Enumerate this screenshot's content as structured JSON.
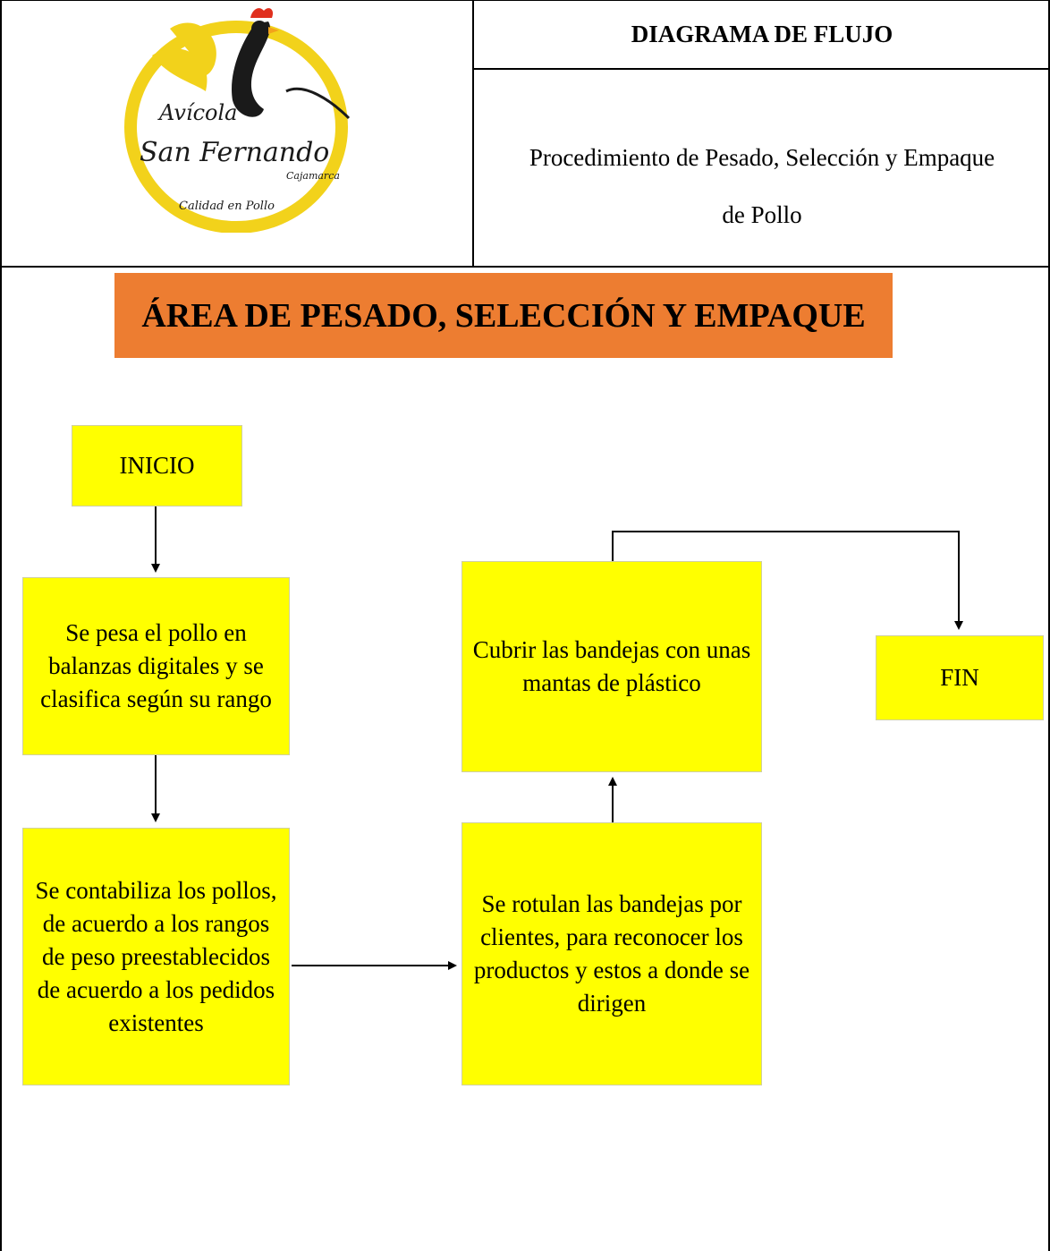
{
  "header": {
    "title": "DIAGRAMA DE FLUJO",
    "subtitle_line1": "Procedimiento de Pesado, Selección y Empaque",
    "subtitle_line2": "de Pollo",
    "logo": {
      "text_1": "Avícola",
      "text_2": "San Fernando",
      "text_3": "Cajamarca",
      "text_4": "Calidad en Pollo",
      "colors": {
        "ring": "#f2d21b",
        "bird": "#1a1a1a",
        "comb": "#e0301e"
      }
    }
  },
  "banner": {
    "label": "ÁREA DE PESADO, SELECCIÓN Y EMPAQUE",
    "color": "#ed7d31"
  },
  "flow": {
    "node_color": "#ffff00",
    "inicio": "INICIO",
    "step1": "Se pesa el pollo en balanzas digitales y se clasifica según su rango",
    "step2": "Se contabiliza los pollos, de acuerdo a los rangos de peso preestablecidos de acuerdo a los pedidos existentes",
    "step3": "Se rotulan las bandejas por clientes, para reconocer los productos y estos a donde se dirigen",
    "step4": "Cubrir las bandejas con unas mantas de plástico",
    "fin": "FIN"
  }
}
